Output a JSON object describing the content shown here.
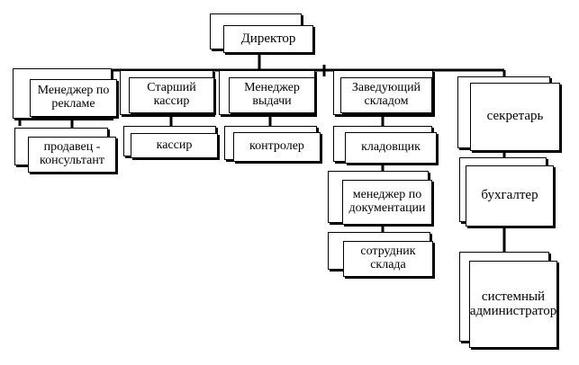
{
  "org": {
    "director": "Директор",
    "ad_manager": "Менеджер по рекламе",
    "seller": "продавец - консультант",
    "senior_cashier": "Старший кассир",
    "cashier": "кассир",
    "issue_manager": "Менеджер выдачи",
    "controller": "контролер",
    "warehouse_head": "Заведующий складом",
    "storekeeper": "кладовщик",
    "doc_manager": "менеджер по документации",
    "warehouse_worker": "сотрудник склада",
    "secretary": "секретарь",
    "accountant": "бухгалтер",
    "sysadmin": "системный администратор"
  }
}
